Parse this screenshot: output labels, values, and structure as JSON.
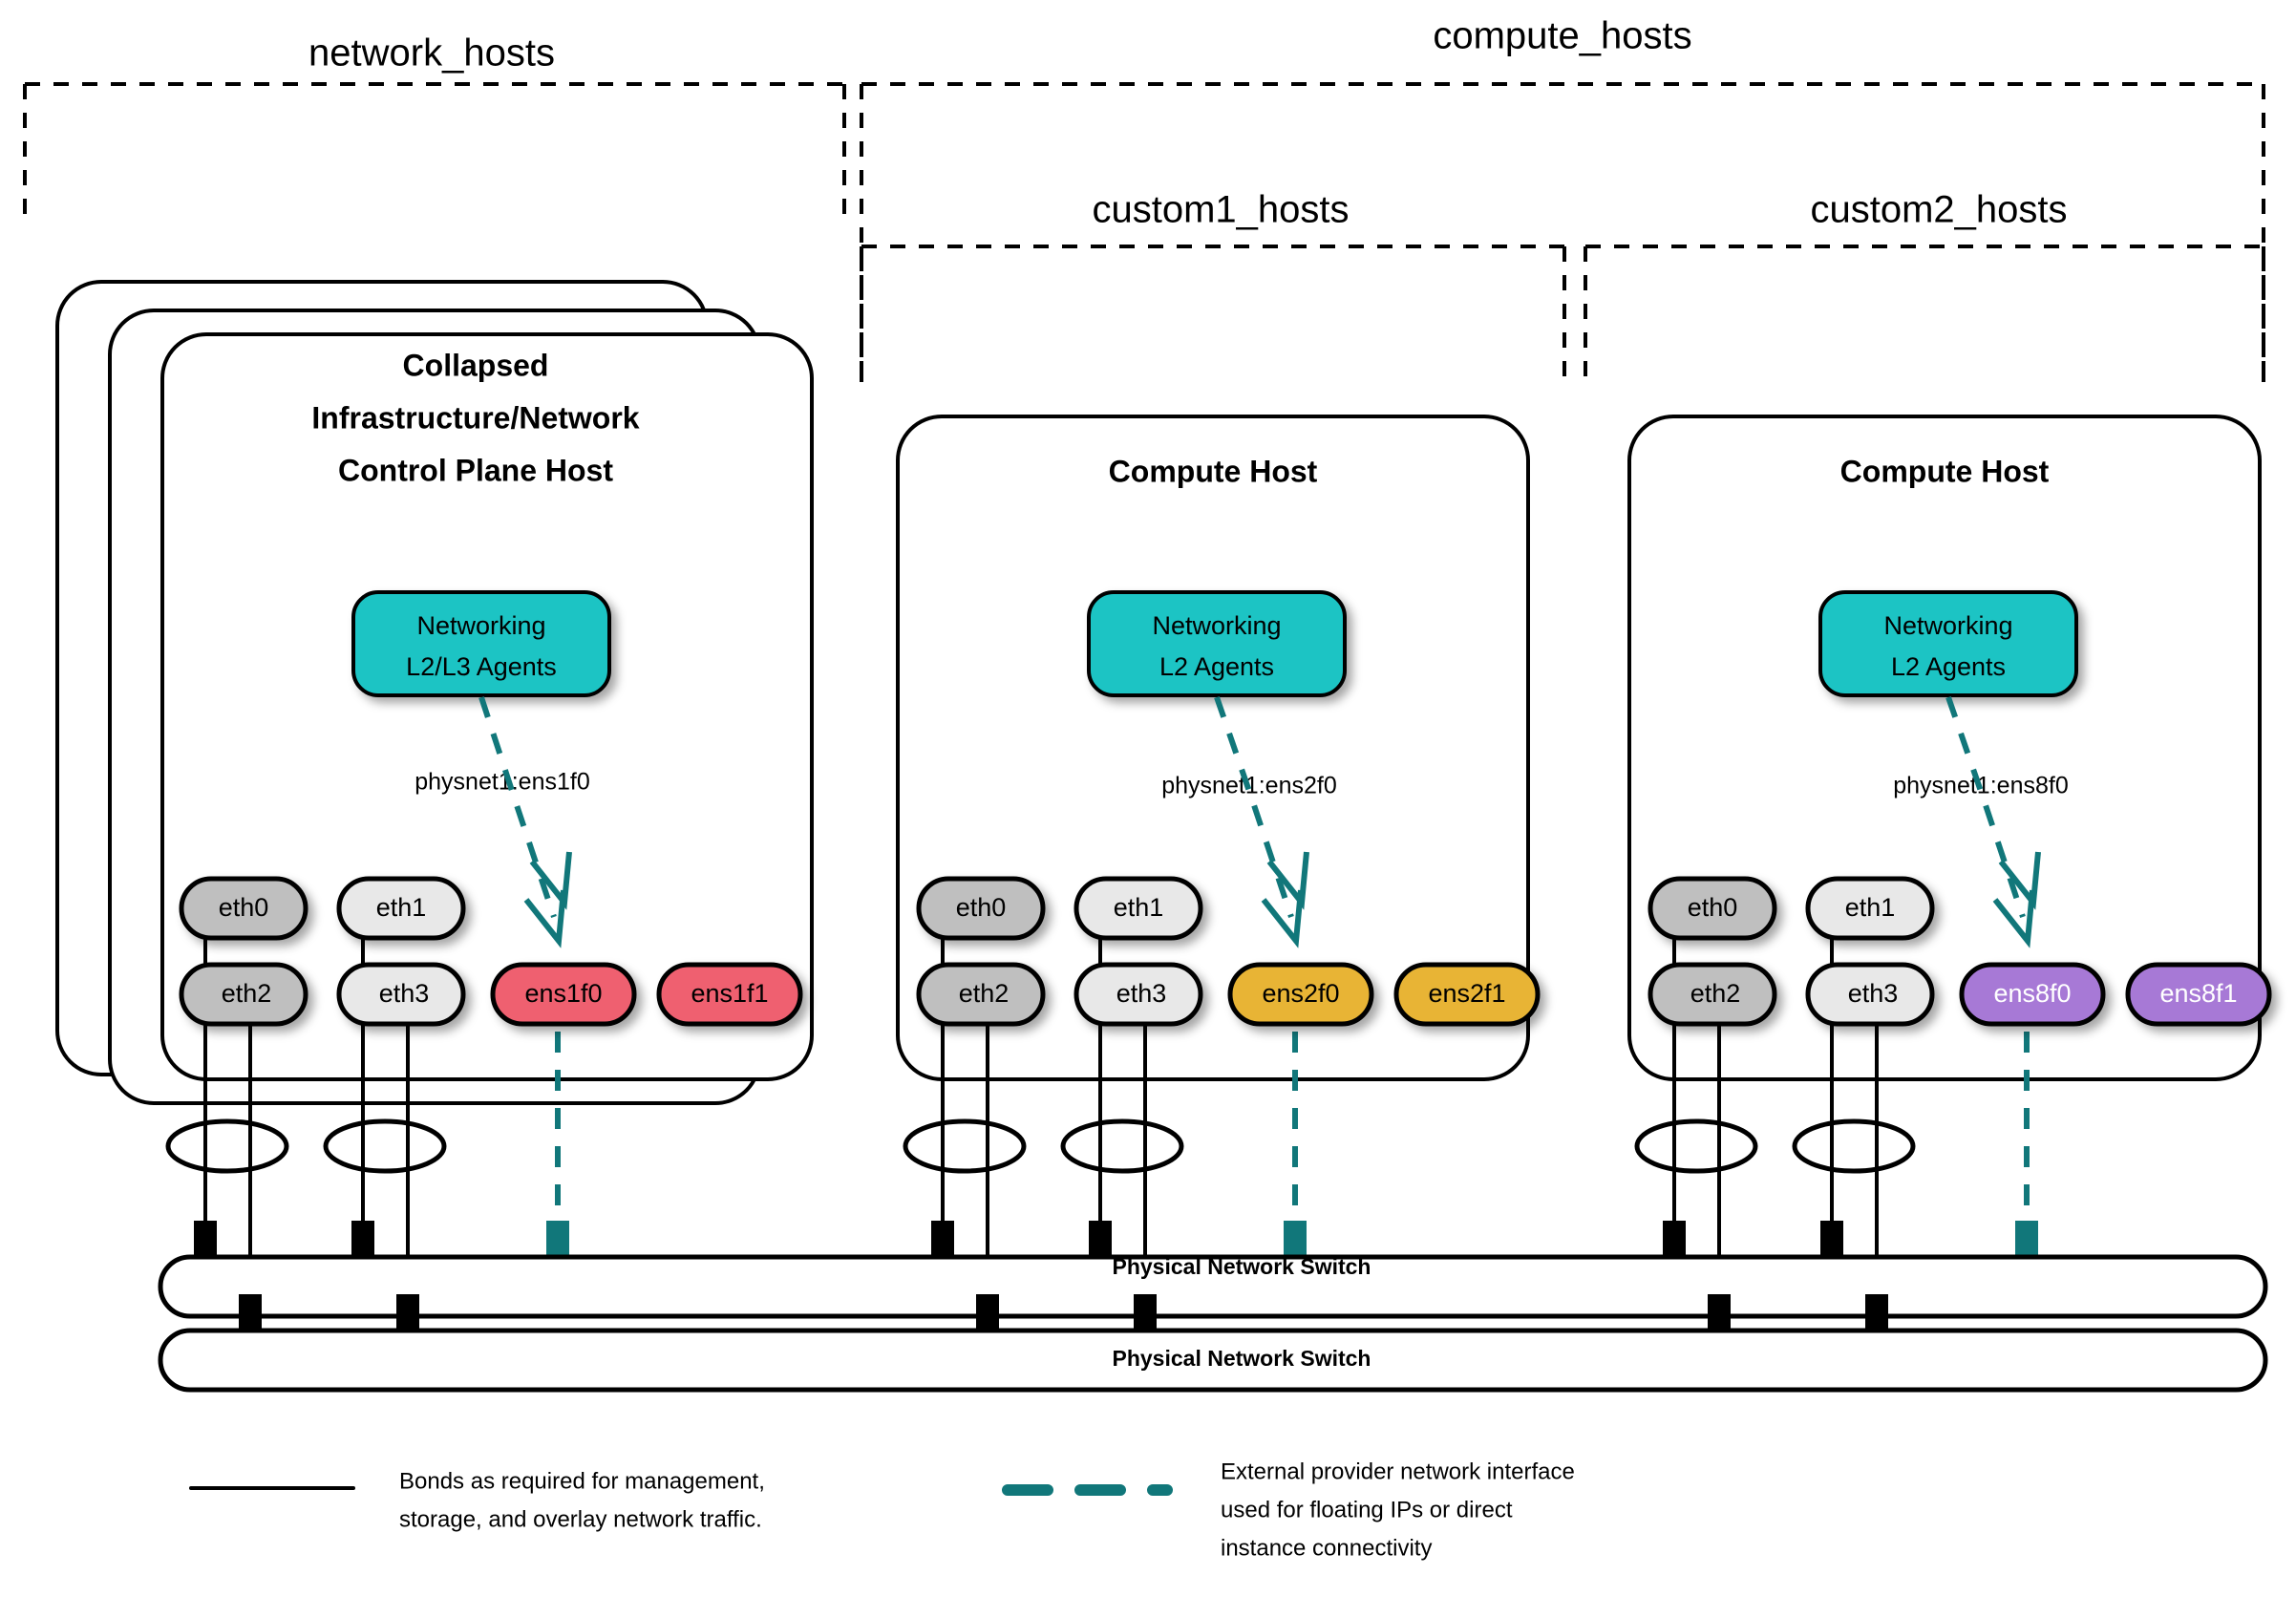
{
  "groups": [
    {
      "id": "network_hosts",
      "label": "network_hosts"
    },
    {
      "id": "compute_hosts",
      "label": "compute_hosts"
    },
    {
      "id": "custom1_hosts",
      "label": "custom1_hosts"
    },
    {
      "id": "custom2_hosts",
      "label": "custom2_hosts"
    }
  ],
  "hosts": [
    {
      "id": "network-host",
      "title_lines": [
        "Collapsed",
        "Infrastructure/Network",
        "Control Plane Host"
      ],
      "stacked": true,
      "agent": {
        "lines": [
          "Networking",
          "L2/L3 Agents"
        ],
        "color": "#1bc4c4"
      },
      "physnet": "physnet1:ens1f0",
      "nics": [
        {
          "name": "eth0",
          "color": "#bfbfbf",
          "text": "dark"
        },
        {
          "name": "eth1",
          "color": "#e8e8e8",
          "text": "dark"
        },
        {
          "name": "eth2",
          "color": "#bfbfbf",
          "text": "dark"
        },
        {
          "name": "eth3",
          "color": "#e8e8e8",
          "text": "dark"
        },
        {
          "name": "ens1f0",
          "color": "#ef6070",
          "text": "dark"
        },
        {
          "name": "ens1f1",
          "color": "#ef6070",
          "text": "dark"
        }
      ]
    },
    {
      "id": "compute-host-1",
      "title_lines": [
        "Compute Host"
      ],
      "stacked": false,
      "agent": {
        "lines": [
          "Networking",
          "L2 Agents"
        ],
        "color": "#1bc4c4"
      },
      "physnet": "physnet1:ens2f0",
      "nics": [
        {
          "name": "eth0",
          "color": "#bfbfbf",
          "text": "dark"
        },
        {
          "name": "eth1",
          "color": "#e8e8e8",
          "text": "dark"
        },
        {
          "name": "eth2",
          "color": "#bfbfbf",
          "text": "dark"
        },
        {
          "name": "eth3",
          "color": "#e8e8e8",
          "text": "dark"
        },
        {
          "name": "ens2f0",
          "color": "#e8b434",
          "text": "dark"
        },
        {
          "name": "ens2f1",
          "color": "#e8b434",
          "text": "dark"
        }
      ]
    },
    {
      "id": "compute-host-2",
      "title_lines": [
        "Compute Host"
      ],
      "stacked": false,
      "agent": {
        "lines": [
          "Networking",
          "L2 Agents"
        ],
        "color": "#1bc4c4"
      },
      "physnet": "physnet1:ens8f0",
      "nics": [
        {
          "name": "eth0",
          "color": "#bfbfbf",
          "text": "dark"
        },
        {
          "name": "eth1",
          "color": "#e8e8e8",
          "text": "dark"
        },
        {
          "name": "eth2",
          "color": "#bfbfbf",
          "text": "dark"
        },
        {
          "name": "eth3",
          "color": "#e8e8e8",
          "text": "dark"
        },
        {
          "name": "ens8f0",
          "color": "#a779d6",
          "text": "light"
        },
        {
          "name": "ens8f1",
          "color": "#a779d6",
          "text": "light"
        }
      ]
    }
  ],
  "switches": [
    {
      "id": "switch-top",
      "label": "Physical Network Switch"
    },
    {
      "id": "switch-bottom",
      "label": "Physical Network Switch"
    }
  ],
  "legend": [
    {
      "id": "legend-bonds",
      "style": "solid",
      "color": "#000000",
      "lines": [
        "Bonds as required for management,",
        "storage, and overlay network traffic."
      ]
    },
    {
      "id": "legend-provider",
      "style": "dashed",
      "color": "#11777a",
      "lines": [
        "External provider network interface",
        "used for floating IPs or direct",
        "instance connectivity"
      ]
    }
  ],
  "colors": {
    "teal_accent": "#11777a",
    "agent_fill": "#1bc4c4",
    "nic_dark_gray": "#bfbfbf",
    "nic_light_gray": "#e8e8e8",
    "nic_pink": "#ef6070",
    "nic_orange": "#e8b434",
    "nic_purple": "#a779d6",
    "stroke": "#000000",
    "background": "#ffffff"
  }
}
